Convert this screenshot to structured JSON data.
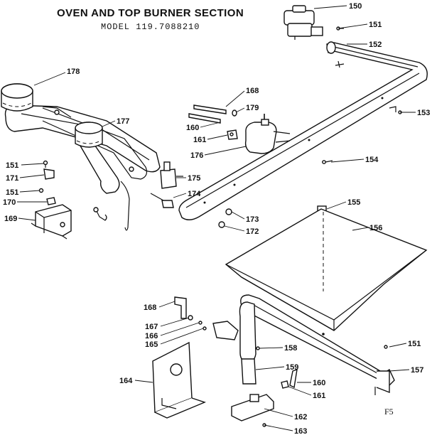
{
  "header": {
    "title": "OVEN AND TOP BURNER SECTION",
    "model": "MODEL 119.7088210"
  },
  "figure_code": "F5",
  "parts": [
    {
      "ref": "150"
    },
    {
      "ref": "151"
    },
    {
      "ref": "152"
    },
    {
      "ref": "153"
    },
    {
      "ref": "154"
    },
    {
      "ref": "155"
    },
    {
      "ref": "156"
    },
    {
      "ref": "157"
    },
    {
      "ref": "158"
    },
    {
      "ref": "159"
    },
    {
      "ref": "160"
    },
    {
      "ref": "161"
    },
    {
      "ref": "162"
    },
    {
      "ref": "163"
    },
    {
      "ref": "164"
    },
    {
      "ref": "165"
    },
    {
      "ref": "166"
    },
    {
      "ref": "167"
    },
    {
      "ref": "168"
    },
    {
      "ref": "169"
    },
    {
      "ref": "170"
    },
    {
      "ref": "171"
    },
    {
      "ref": "172"
    },
    {
      "ref": "173"
    },
    {
      "ref": "174"
    },
    {
      "ref": "175"
    },
    {
      "ref": "176"
    },
    {
      "ref": "177"
    },
    {
      "ref": "178"
    },
    {
      "ref": "179"
    }
  ],
  "callouts": [
    {
      "ref": "150"
    },
    {
      "ref": "151"
    },
    {
      "ref": "152"
    },
    {
      "ref": "153"
    },
    {
      "ref": "154"
    },
    {
      "ref": "155"
    },
    {
      "ref": "156"
    },
    {
      "ref": "151"
    },
    {
      "ref": "157"
    },
    {
      "ref": "178"
    },
    {
      "ref": "168"
    },
    {
      "ref": "179"
    },
    {
      "ref": "177"
    },
    {
      "ref": "160"
    },
    {
      "ref": "161"
    },
    {
      "ref": "176"
    },
    {
      "ref": "151"
    },
    {
      "ref": "171"
    },
    {
      "ref": "175"
    },
    {
      "ref": "151"
    },
    {
      "ref": "170"
    },
    {
      "ref": "174"
    },
    {
      "ref": "169"
    },
    {
      "ref": "173"
    },
    {
      "ref": "172"
    },
    {
      "ref": "168"
    },
    {
      "ref": "167"
    },
    {
      "ref": "166"
    },
    {
      "ref": "165"
    },
    {
      "ref": "158"
    },
    {
      "ref": "159"
    },
    {
      "ref": "164"
    },
    {
      "ref": "160"
    },
    {
      "ref": "161"
    },
    {
      "ref": "162"
    },
    {
      "ref": "163"
    }
  ]
}
